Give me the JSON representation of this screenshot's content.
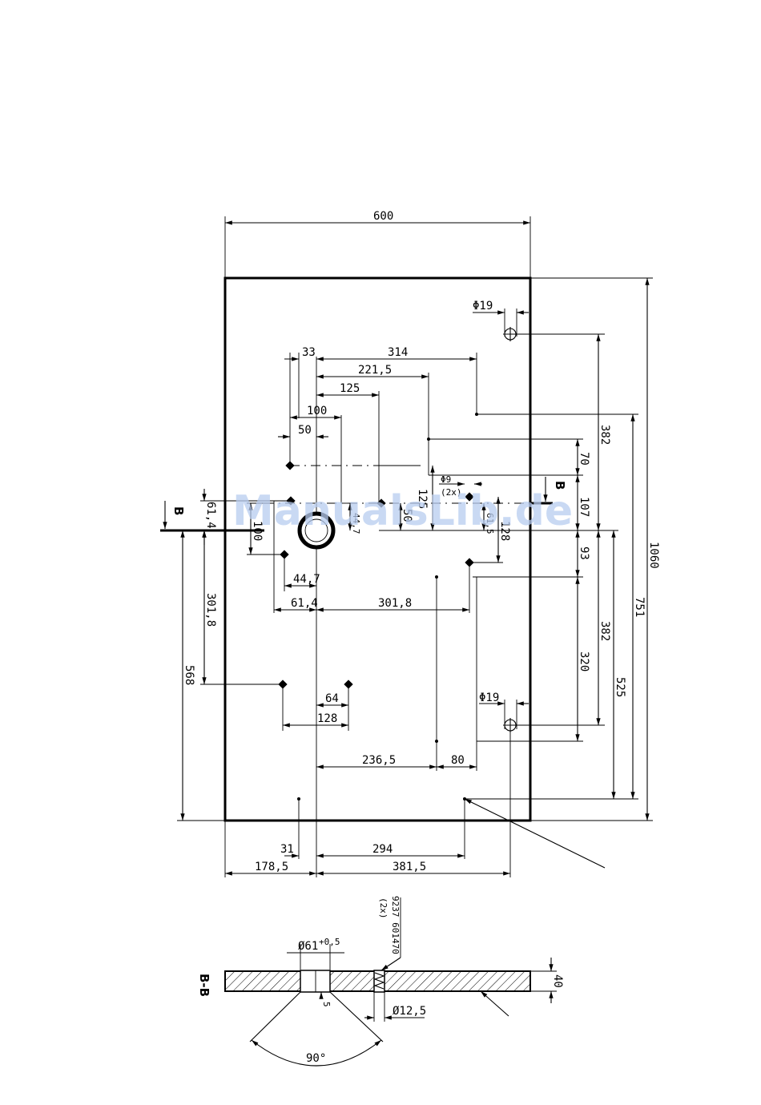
{
  "dims": {
    "width_top": "600",
    "d33": "33",
    "d314": "314",
    "d221_5": "221,5",
    "d125": "125",
    "d100_top": "100",
    "d50_top": "50",
    "phi19_top": "Φ19",
    "phi9": "Φ9",
    "phi9_qty": "(2x)",
    "d382_right": "382",
    "d70": "70",
    "d107": "107",
    "d93": "93",
    "d382_lower": "382",
    "d320": "320",
    "d525": "525",
    "d751": "751",
    "d1060": "1060",
    "d125_v": "125",
    "d50_v": "50",
    "d61_4_v": "61,4",
    "d100_v": "100",
    "d44_7_v": "44,7",
    "d61_5_v": "61,5",
    "d128_v": "128",
    "d44_7": "44,7",
    "d61_4": "61,4",
    "d301_8": "301,8",
    "d301_8_v": "301,8",
    "d568": "568",
    "d64": "64",
    "d128": "128",
    "phi19_bottom": "Φ19",
    "d236_5": "236,5",
    "d80": "80",
    "d31": "31",
    "d294": "294",
    "d178_5": "178,5",
    "d381_5": "381,5"
  },
  "section": {
    "cut_label_left": "B",
    "cut_label_right": "B",
    "title": "B-B",
    "part_number": "9237 601470",
    "part_qty": "(2x)",
    "phi61": "Ø61",
    "phi61_tol": "+0,5",
    "d5": "5",
    "phi12_5": "Ø12,5",
    "d40": "40",
    "angle": "90°"
  },
  "watermark": "ManualsLib.de"
}
